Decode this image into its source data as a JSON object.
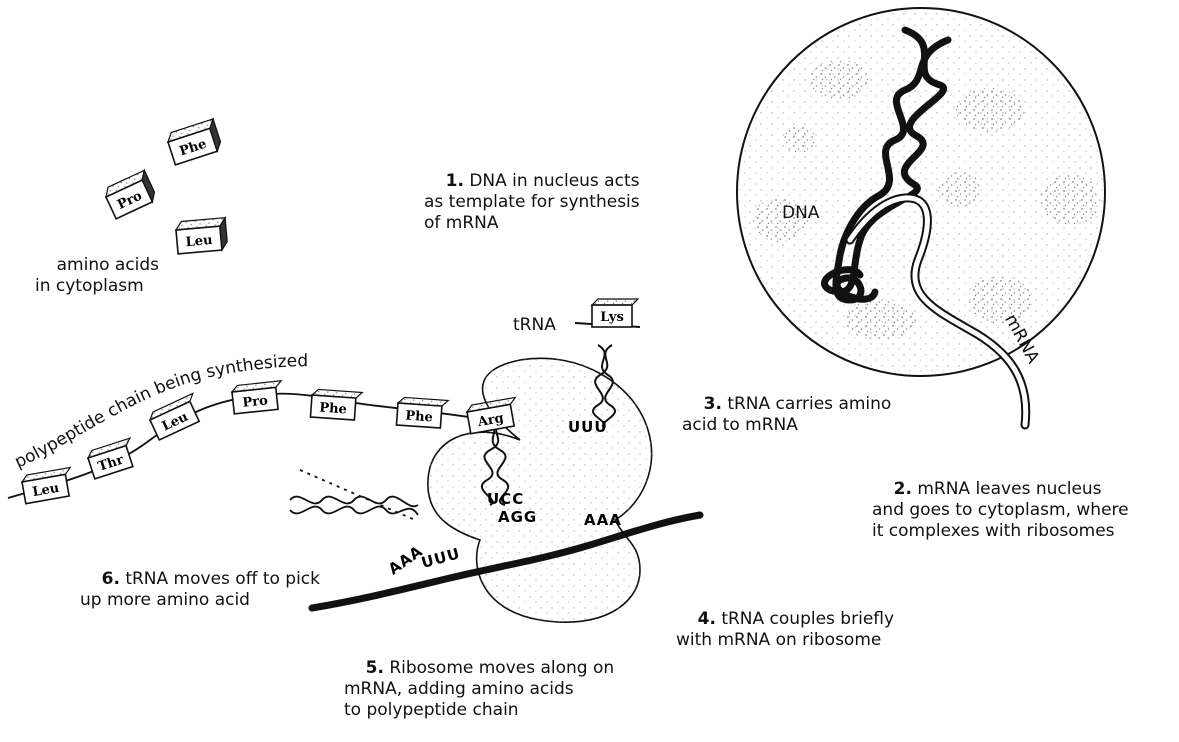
{
  "steps": {
    "s1": {
      "num": "1.",
      "lines": [
        "DNA in nucleus acts",
        "as template for synthesis",
        "of mRNA"
      ]
    },
    "s2": {
      "num": "2.",
      "lines": [
        "mRNA leaves nucleus",
        "and goes to cytoplasm, where",
        "it complexes with ribosomes"
      ]
    },
    "s3": {
      "num": "3.",
      "lines": [
        "tRNA carries amino",
        "acid to mRNA"
      ]
    },
    "s4": {
      "num": "4.",
      "lines": [
        "tRNA couples briefly",
        "with mRNA on ribosome"
      ]
    },
    "s5": {
      "num": "5.",
      "lines": [
        "Ribosome moves along on",
        "mRNA, adding amino acids",
        "to polypeptide chain"
      ]
    },
    "s6": {
      "num": "6.",
      "lines": [
        "tRNA moves off to pick",
        "up more amino acid"
      ]
    }
  },
  "labels": {
    "amino_acids": [
      "amino acids",
      "in cytoplasm"
    ],
    "dna": "DNA",
    "mrna": "mRNA",
    "trna": "tRNA",
    "polypeptide": "polypeptide chain being synthesized"
  },
  "free_amino_acids": [
    "Phe",
    "Pro",
    "Leu"
  ],
  "chain_amino_acids": [
    "Leu",
    "Thr",
    "Leu",
    "Pro",
    "Phe",
    "Phe",
    "Arg"
  ],
  "incoming_amino_acid": "Lys",
  "codons": {
    "incoming_anticodon": "UUU",
    "bound_anticodon": "UCC",
    "bound_codon": "AGG",
    "next_codon": "AAA",
    "leaving_anticodon": "UUU",
    "leaving_extra": "AAA"
  },
  "colors": {
    "ink": "#111111",
    "stipple": "#9a9a9a",
    "paper": "#ffffff"
  }
}
